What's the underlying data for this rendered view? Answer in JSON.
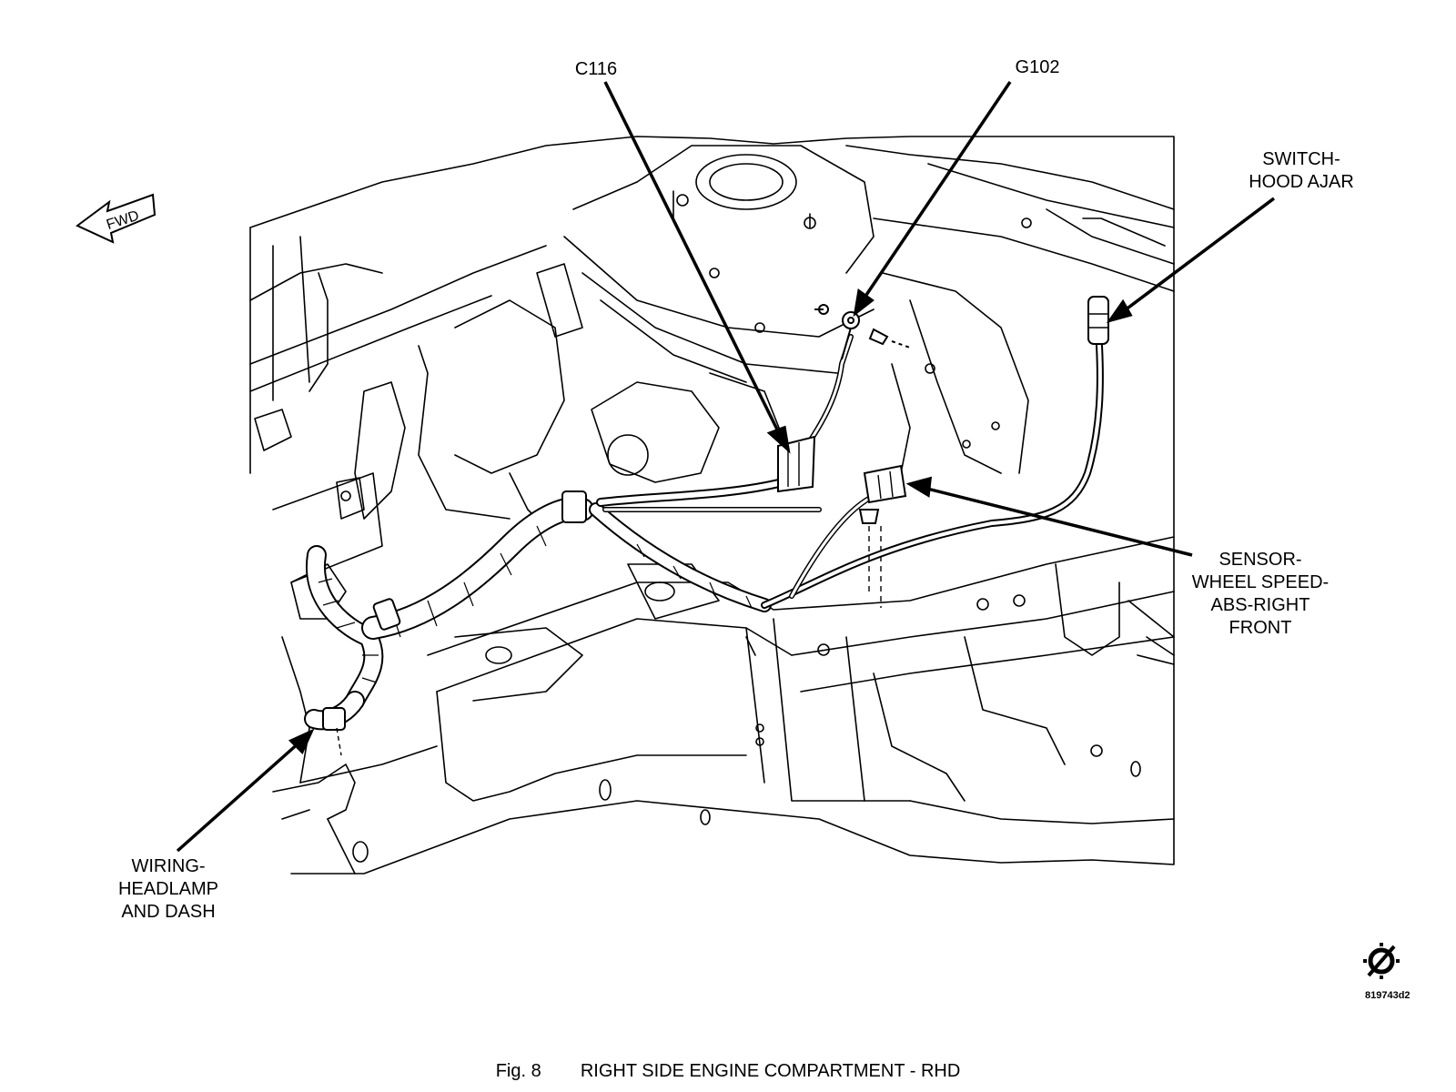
{
  "fwd_label": "FWD",
  "callouts": {
    "c116": [
      "C116"
    ],
    "g102": [
      "G102"
    ],
    "switch": [
      "SWITCH-",
      "HOOD AJAR"
    ],
    "sensor": [
      "SENSOR-",
      "WHEEL SPEED-",
      "ABS-RIGHT",
      "FRONT"
    ],
    "wiring": [
      "WIRING-",
      "HEADLAMP",
      "AND DASH"
    ]
  },
  "figure_number": "Fig. 8",
  "figure_title": "RIGHT SIDE ENGINE COMPARTMENT - RHD",
  "figure_code": "819743d2",
  "icons": {
    "logo": "gear-slash-icon",
    "fwd": "forward-arrow-icon"
  }
}
